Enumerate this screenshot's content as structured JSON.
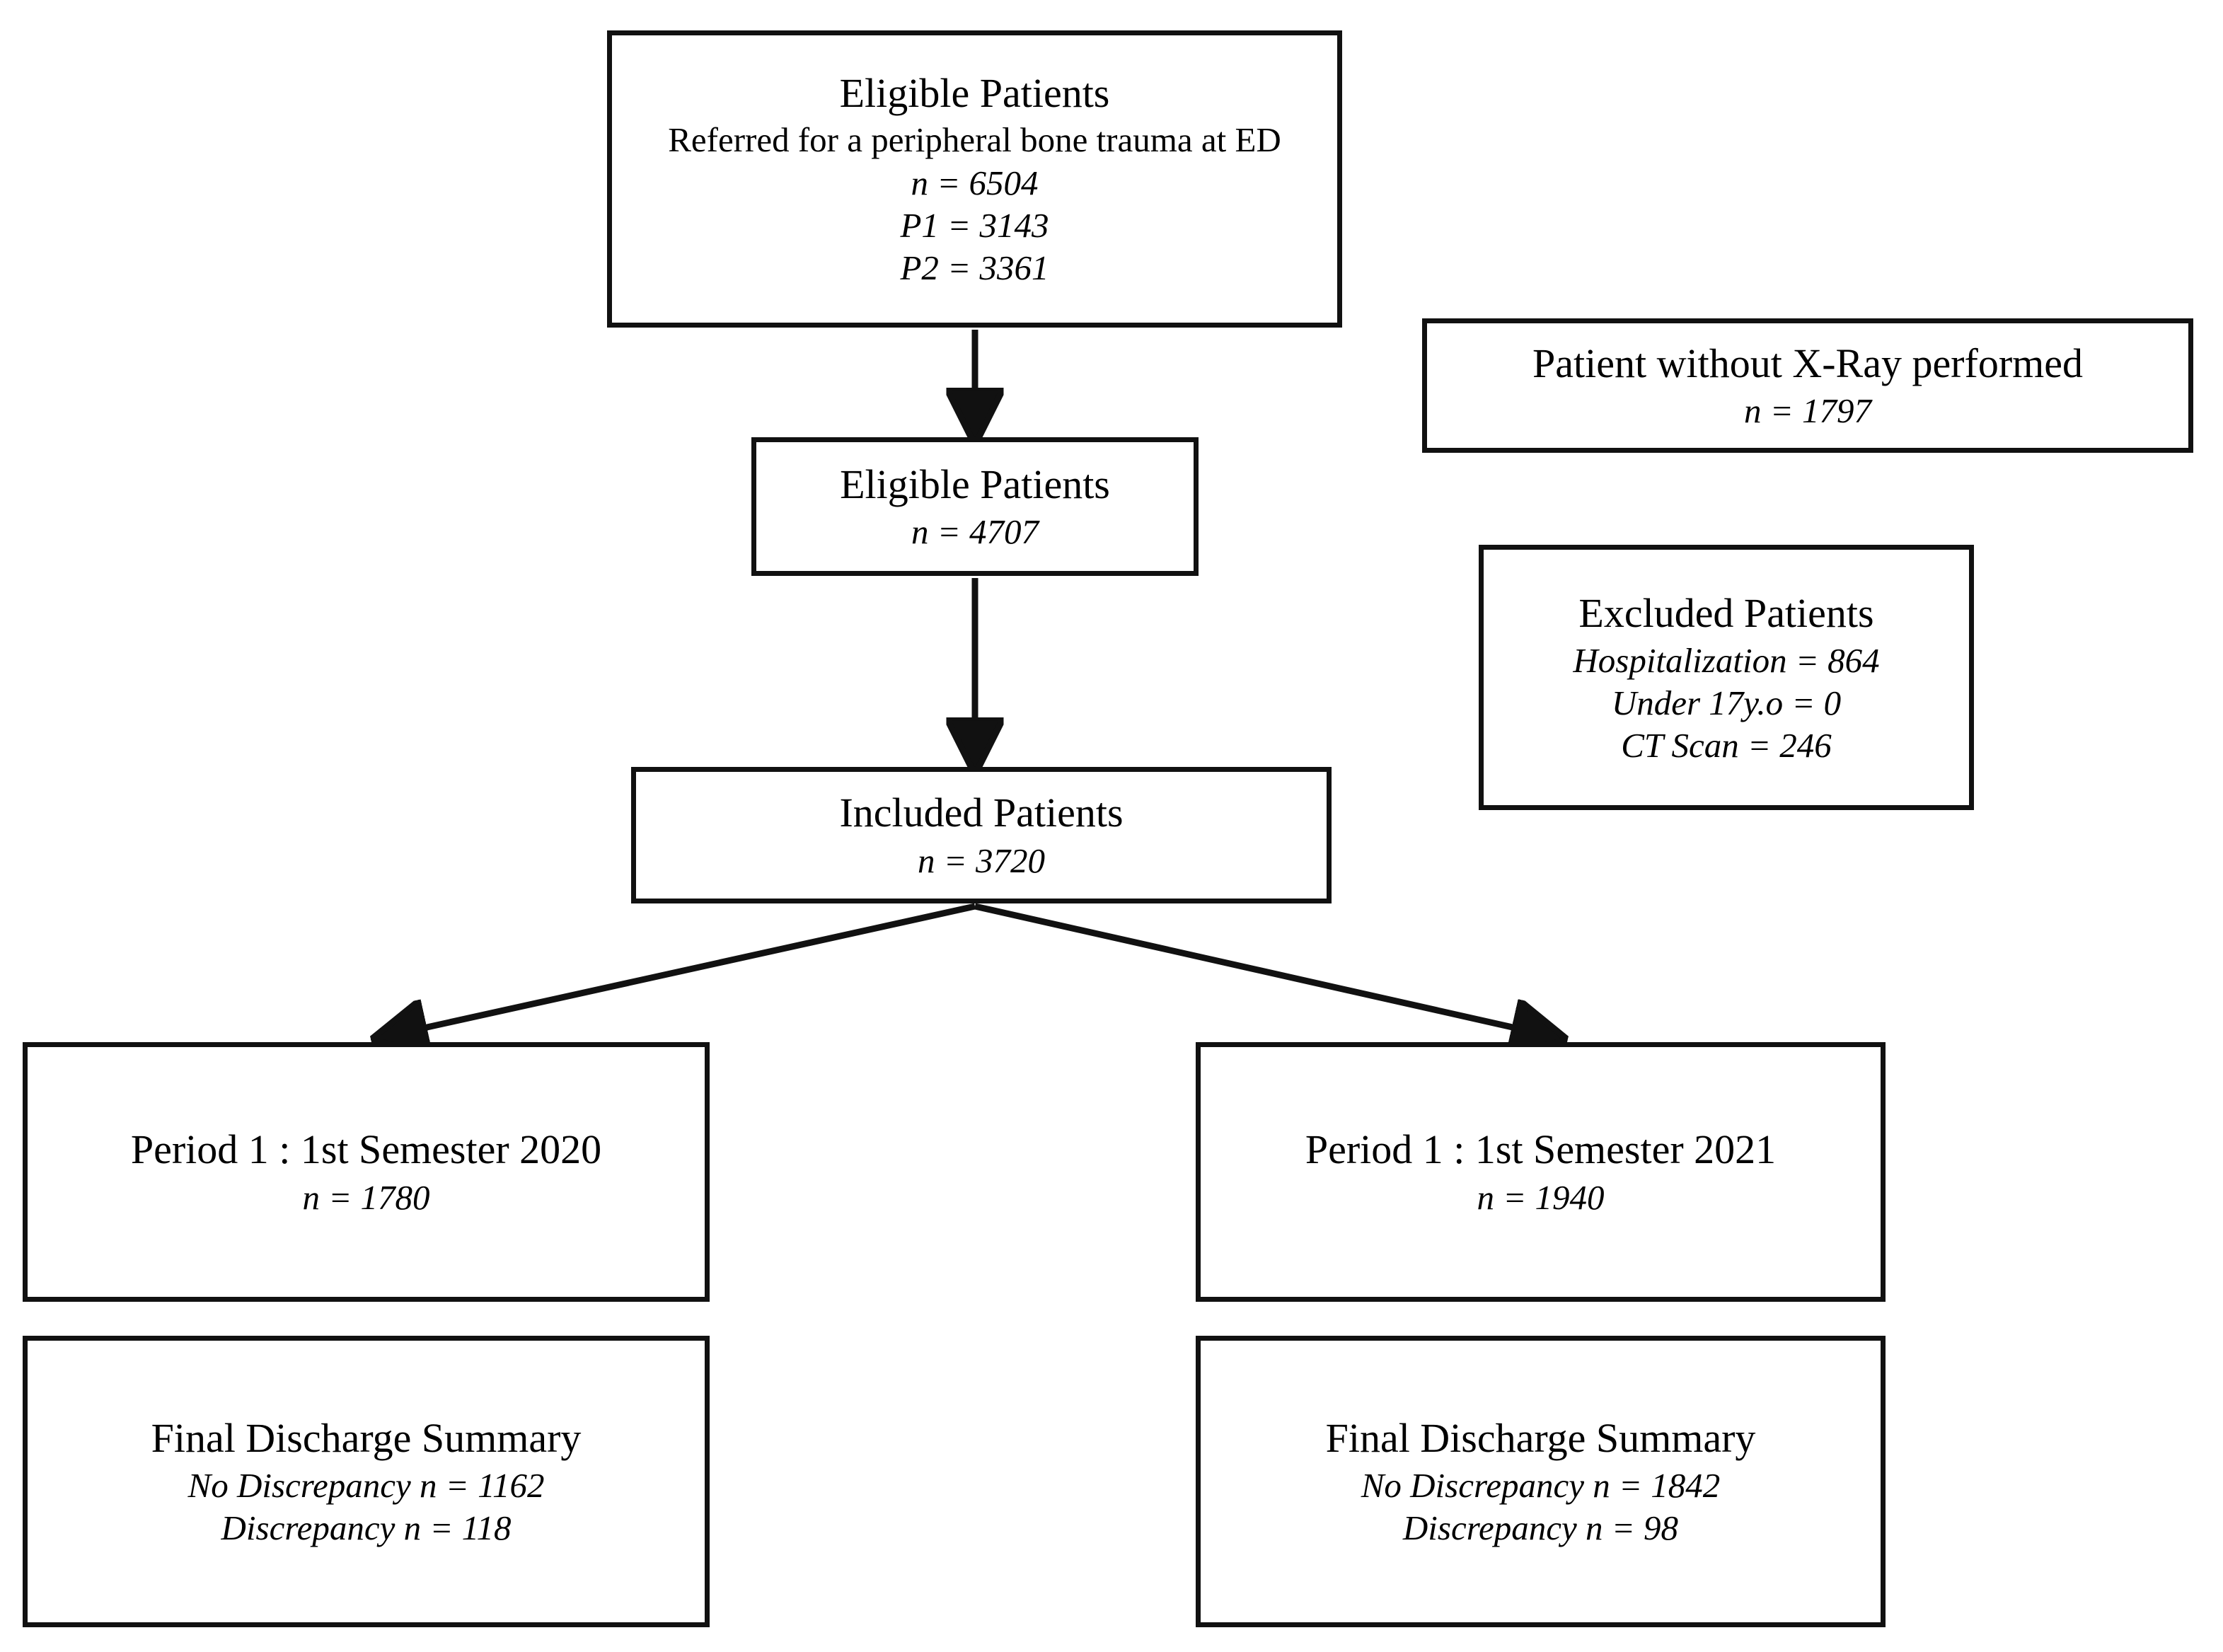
{
  "diagram": {
    "type": "patient-flow-flowchart",
    "boxes": [
      {
        "id": "eligible-referred",
        "title": "Eligible Patients",
        "subtitle": "Referred for a peripheral bone trauma at ED",
        "stats": [
          "n = 6504",
          "P1 = 3143",
          "P2 = 3361"
        ]
      },
      {
        "id": "eligible-4707",
        "title": "Eligible Patients",
        "subtitle": "",
        "stats": [
          "n = 4707"
        ]
      },
      {
        "id": "included",
        "title": "Included Patients",
        "subtitle": "",
        "stats": [
          "n = 3720"
        ]
      },
      {
        "id": "no-xray",
        "title": "Patient without X-Ray performed",
        "subtitle": "",
        "stats": [
          "n = 1797"
        ]
      },
      {
        "id": "excluded",
        "title": "Excluded Patients",
        "subtitle": "",
        "stats": [
          "Hospitalization = 864",
          "Under 17y.o = 0",
          "CT Scan = 246"
        ]
      },
      {
        "id": "period-left",
        "title": "Period 1 : 1st Semester 2020",
        "subtitle": "",
        "stats": [
          "n = 1780"
        ]
      },
      {
        "id": "period-right",
        "title": "Period 1 : 1st Semester 2021",
        "subtitle": "",
        "stats": [
          "n = 1940"
        ]
      },
      {
        "id": "discharge-left",
        "title": "Final Discharge Summary",
        "subtitle": "",
        "stats": [
          "No Discrepancy n = 1162",
          "Discrepancy n = 118"
        ]
      },
      {
        "id": "discharge-right",
        "title": "Final Discharge Summary",
        "subtitle": "",
        "stats": [
          "No Discrepancy n = 1842",
          "Discrepancy n = 98"
        ]
      }
    ],
    "colors": {
      "border": "#111111",
      "background": "#ffffff",
      "text": "#000000"
    }
  },
  "flow": {
    "eligible_referred": {
      "title": "Eligible Patients",
      "subtitle": "Referred for a peripheral bone trauma at ED",
      "n": "n = 6504",
      "p1": "P1 = 3143",
      "p2": "P2 = 3361"
    },
    "eligible_4707": {
      "title": "Eligible Patients",
      "n": "n = 4707"
    },
    "included": {
      "title": "Included Patients",
      "n": "n = 3720"
    },
    "no_xray": {
      "title": "Patient without X-Ray performed",
      "n": "n = 1797"
    },
    "excluded": {
      "title": "Excluded Patients",
      "hospitalization": "Hospitalization = 864",
      "under17": "Under 17y.o = 0",
      "ctscan": "CT Scan = 246"
    },
    "period_left": {
      "title": "Period 1 : 1st Semester 2020",
      "n": "n = 1780"
    },
    "period_right": {
      "title": "Period 1 : 1st Semester 2021",
      "n": "n = 1940"
    },
    "discharge_left": {
      "title": "Final Discharge Summary",
      "no_discrepancy": "No Discrepancy n = 1162",
      "discrepancy": "Discrepancy n = 118"
    },
    "discharge_right": {
      "title": "Final Discharge Summary",
      "no_discrepancy": "No Discrepancy n = 1842",
      "discrepancy": "Discrepancy n = 98"
    }
  }
}
